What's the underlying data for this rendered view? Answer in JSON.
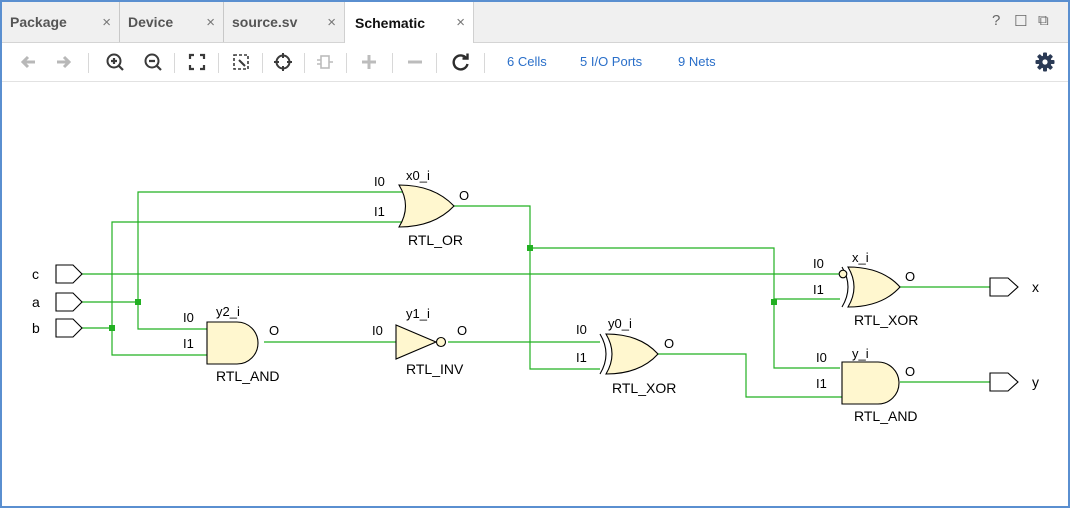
{
  "tabs": [
    {
      "label": "Package",
      "close": "×"
    },
    {
      "label": "Device",
      "close": "×"
    },
    {
      "label": "source.sv",
      "close": "×"
    },
    {
      "label": "Schematic",
      "close": "×",
      "active": true
    }
  ],
  "window_controls": {
    "help": "?",
    "restore": "☐",
    "float": "⧉"
  },
  "toolbar": {
    "icons": [
      "back-icon",
      "forward-icon",
      "zoom-in-icon",
      "zoom-out-icon",
      "zoom-fit-icon",
      "zoom-area-icon",
      "select-icon",
      "expand-icon",
      "add-icon",
      "remove-icon",
      "refresh-icon"
    ],
    "cells_label": "6 Cells",
    "ports_label": "5 I/O Ports",
    "nets_label": "9 Nets",
    "settings_icon": "gear-icon"
  },
  "schematic": {
    "ports": [
      {
        "name": "c"
      },
      {
        "name": "a"
      },
      {
        "name": "b"
      },
      {
        "name": "x"
      },
      {
        "name": "y"
      }
    ],
    "cells": [
      {
        "instance": "x0_i",
        "type": "RTL_OR",
        "inputs": [
          "I0",
          "I1"
        ],
        "output": "O"
      },
      {
        "instance": "y2_i",
        "type": "RTL_AND",
        "inputs": [
          "I0",
          "I1"
        ],
        "output": "O"
      },
      {
        "instance": "y1_i",
        "type": "RTL_INV",
        "inputs": [
          "I0"
        ],
        "output": "O"
      },
      {
        "instance": "y0_i",
        "type": "RTL_XOR",
        "inputs": [
          "I0",
          "I1"
        ],
        "output": "O"
      },
      {
        "instance": "x_i",
        "type": "RTL_XOR",
        "inputs": [
          "I0",
          "I1"
        ],
        "output": "O"
      },
      {
        "instance": "y_i",
        "type": "RTL_AND",
        "inputs": [
          "I0",
          "I1"
        ],
        "output": "O"
      }
    ]
  },
  "colors": {
    "wire": "#22b022",
    "gate_fill": "#fff7cf",
    "link": "#2a6fc9",
    "frame": "#5a8fd0"
  }
}
